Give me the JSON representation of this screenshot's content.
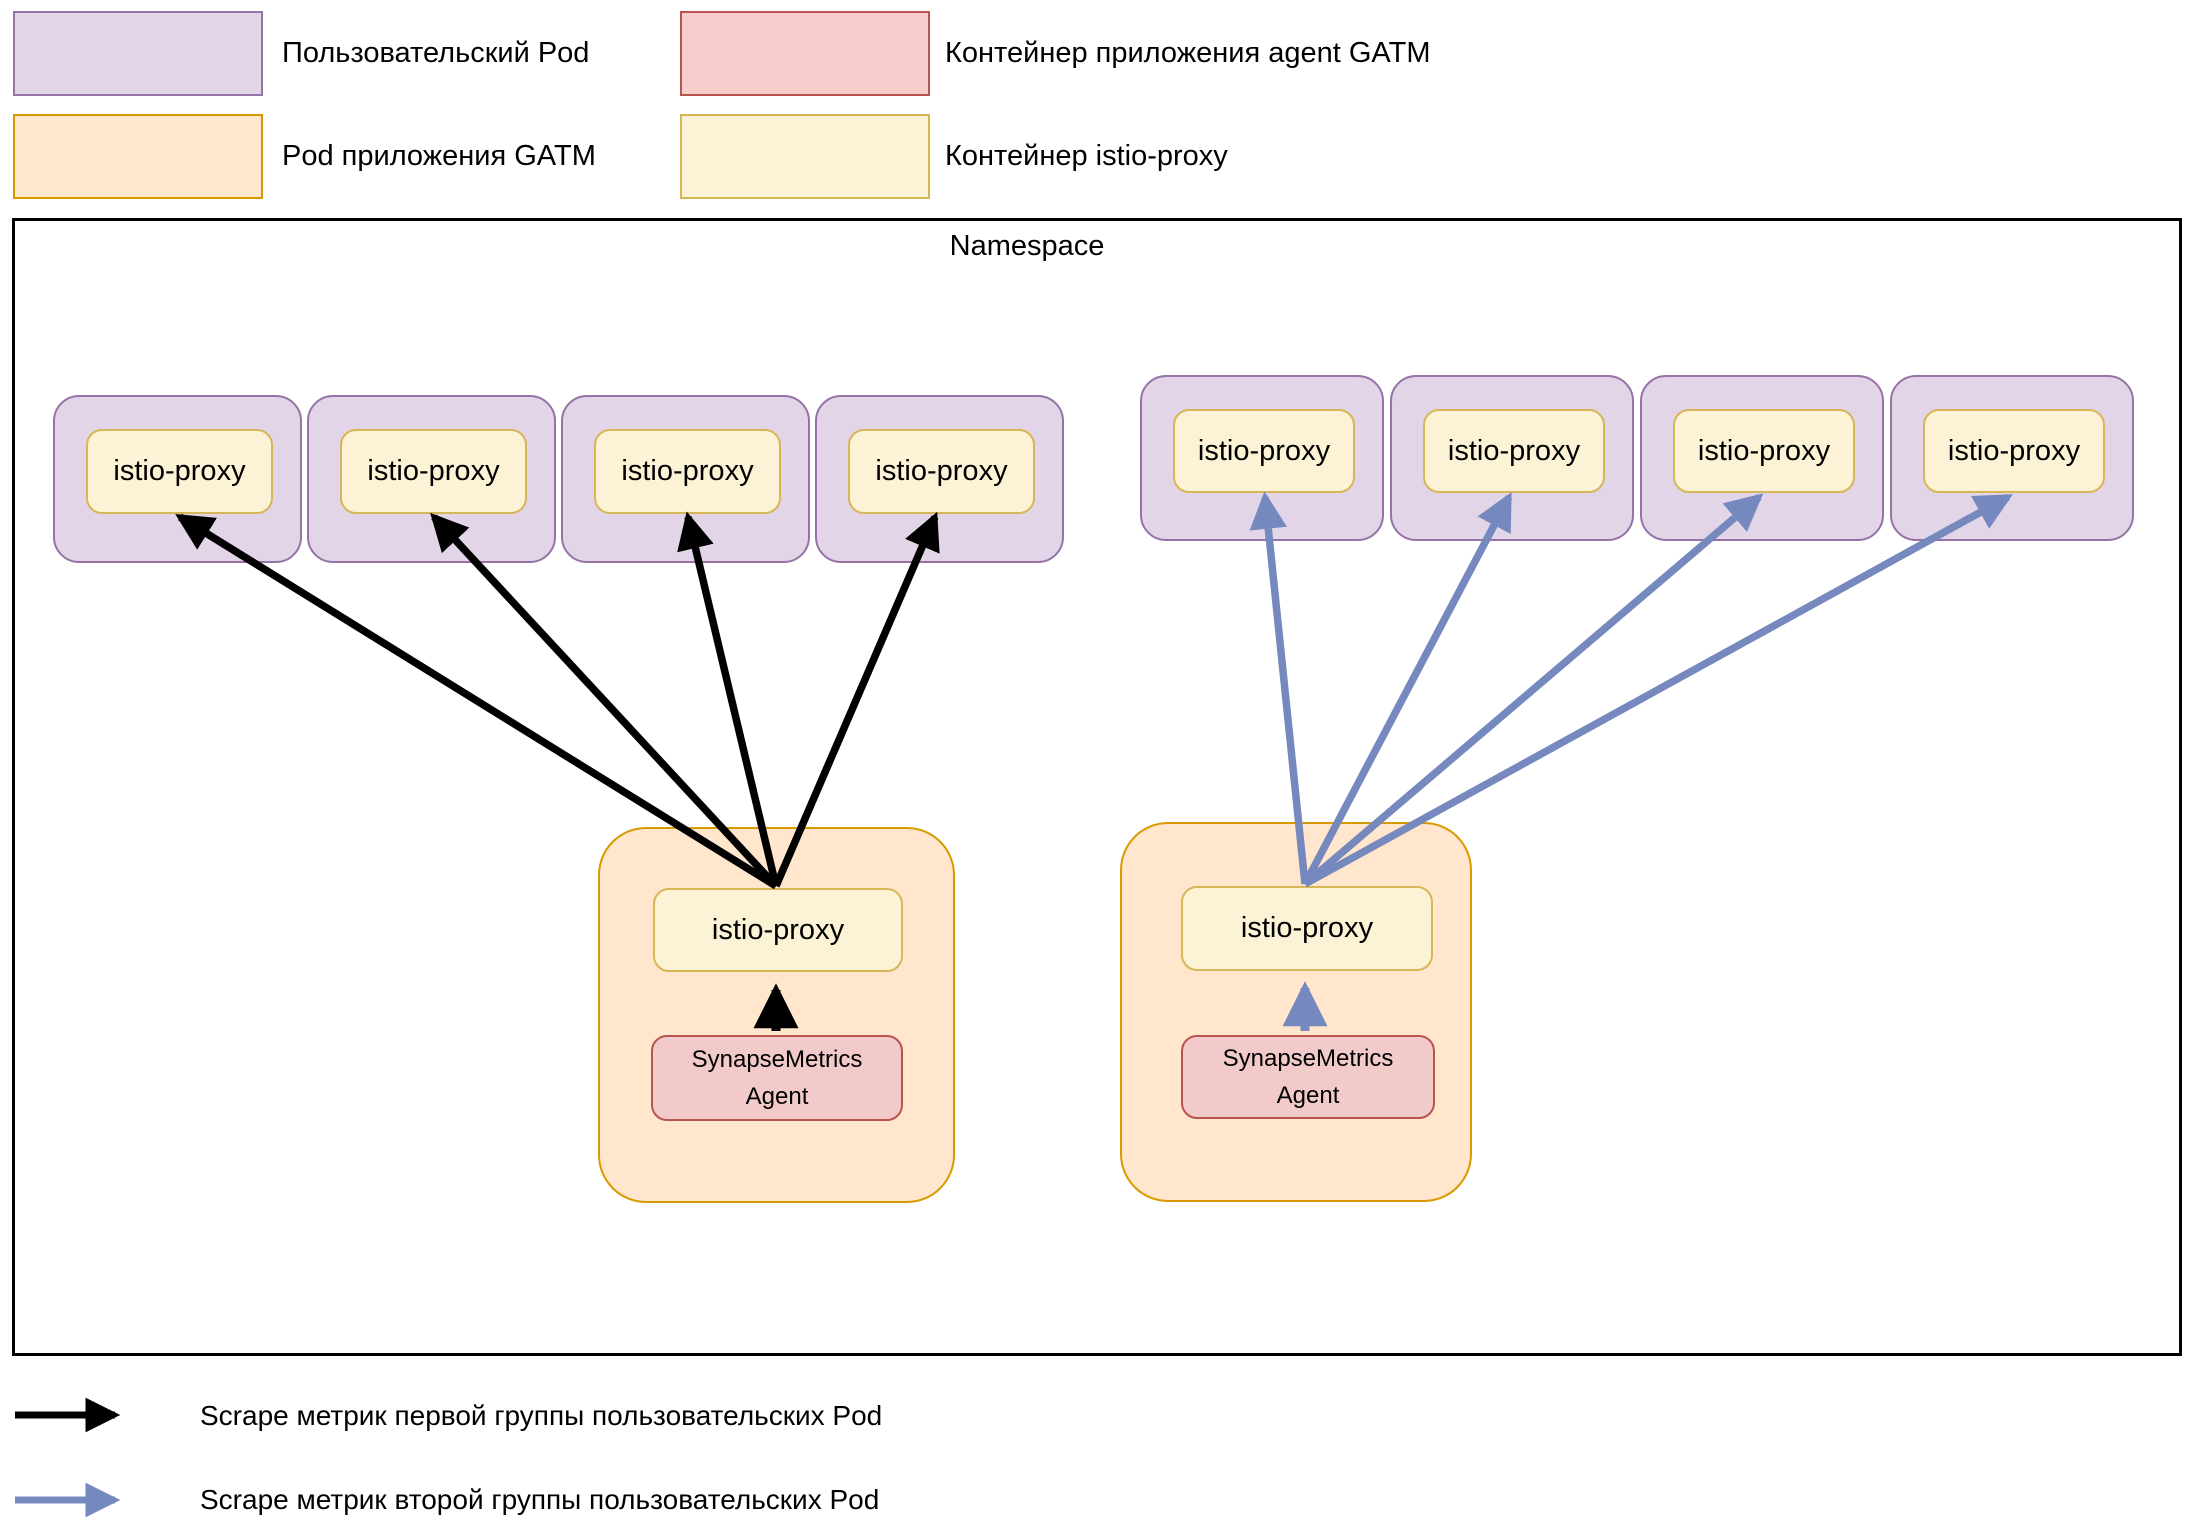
{
  "legend_top": {
    "items": [
      {
        "label": "Пользовательский Pod",
        "fill": "#E1D5E7",
        "stroke": "#9673A6"
      },
      {
        "label": "Контейнер приложения agent GATM",
        "fill": "#F8CECC",
        "stroke": "#B85450"
      },
      {
        "label": "Pod приложения GATM",
        "fill": "#FFE6CC",
        "stroke": "#D79B00"
      },
      {
        "label": "Контейнер istio-proxy",
        "fill": "#FCF3D6",
        "stroke": "#D6B656"
      }
    ]
  },
  "namespace": {
    "label": "Namespace"
  },
  "user_pod_group_first": {
    "pods": [
      {
        "container": "istio-proxy"
      },
      {
        "container": "istio-proxy"
      },
      {
        "container": "istio-proxy"
      },
      {
        "container": "istio-proxy"
      }
    ]
  },
  "user_pod_group_second": {
    "pods": [
      {
        "container": "istio-proxy"
      },
      {
        "container": "istio-proxy"
      },
      {
        "container": "istio-proxy"
      },
      {
        "container": "istio-proxy"
      }
    ]
  },
  "gatm_pod_first": {
    "istio_proxy": "istio-proxy",
    "agent": {
      "line1": "SynapseMetrics",
      "line2": "Agent"
    }
  },
  "gatm_pod_second": {
    "istio_proxy": "istio-proxy",
    "agent": {
      "line1": "SynapseMetrics",
      "line2": "Agent"
    }
  },
  "legend_bottom": {
    "items": [
      {
        "label": "Scrape метрик первой группы пользовательских Pod",
        "arrow_color": "#000000"
      },
      {
        "label": "Scrape метрик второй группы пользовательских Pod",
        "arrow_color": "#7589BE"
      }
    ]
  },
  "colors": {
    "user_pod_fill": "#E1D5E7",
    "user_pod_stroke": "#9673A6",
    "gatm_pod_fill": "#FFE6CC",
    "gatm_pod_stroke": "#D79B00",
    "container_fill": "#FCF3D6",
    "container_stroke": "#D6B656",
    "agent_fill": "#F2CACA",
    "agent_stroke": "#B85450",
    "black_arrow": "#000000",
    "blue_arrow": "#7589BE",
    "namespace_border": "#000000"
  }
}
